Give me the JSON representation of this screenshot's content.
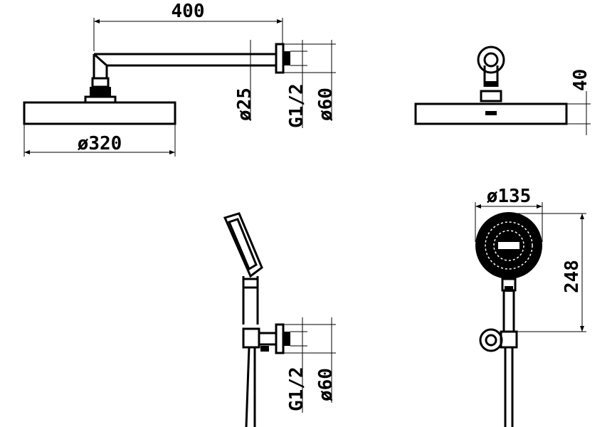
{
  "dimensions": {
    "arm_length": "400",
    "head_diameter": "ø320",
    "arm_diameter": "ø25",
    "connection_thread": "G1/2",
    "flange_diameter": "ø60",
    "head_thickness": "40",
    "hand_shower_diameter": "ø135",
    "hand_shower_length": "248",
    "bracket_thread": "G1/2",
    "bracket_flange": "ø60"
  }
}
